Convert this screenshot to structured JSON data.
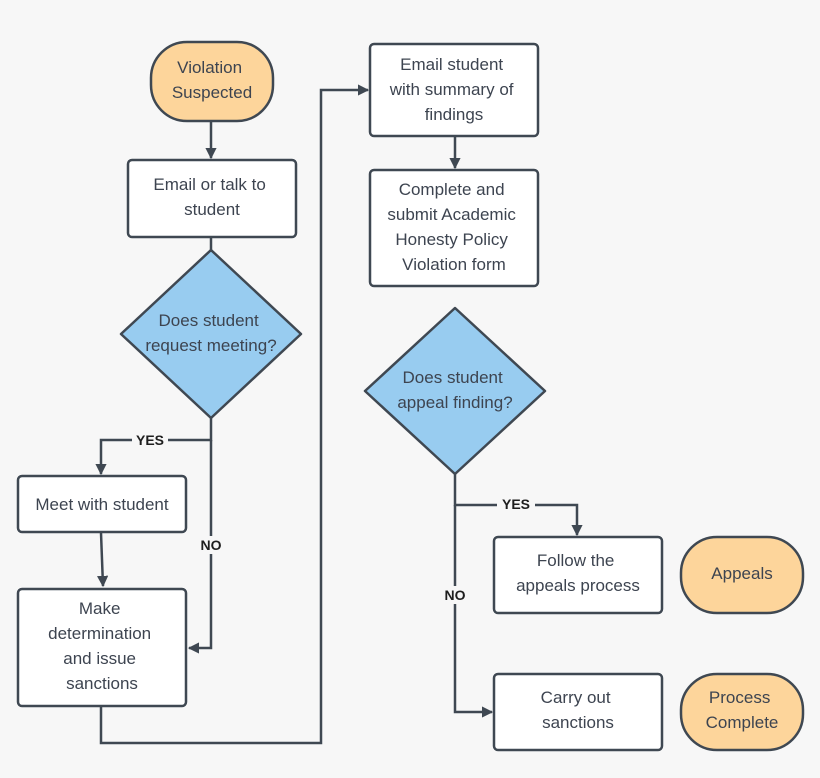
{
  "nodes": {
    "violation_suspected": {
      "lines": [
        "Violation",
        "Suspected"
      ]
    },
    "email_or_talk": {
      "lines": [
        "Email or talk to",
        "student"
      ]
    },
    "request_meeting": {
      "lines": [
        "Does student",
        "request meeting?"
      ]
    },
    "meet_with_student": {
      "lines": [
        "Meet with student"
      ]
    },
    "make_determination": {
      "lines": [
        "Make",
        "determination",
        "and issue",
        "sanctions"
      ]
    },
    "email_summary": {
      "lines": [
        "Email student",
        "with summary of",
        "findings"
      ]
    },
    "complete_form": {
      "lines": [
        "Complete and",
        "submit Academic",
        "Honesty Policy",
        "Violation form"
      ]
    },
    "appeal_finding": {
      "lines": [
        "Does student",
        "appeal finding?"
      ]
    },
    "follow_appeals": {
      "lines": [
        "Follow the",
        "appeals process"
      ]
    },
    "appeals": {
      "lines": [
        "Appeals"
      ]
    },
    "carry_out": {
      "lines": [
        "Carry out",
        "sanctions"
      ]
    },
    "process_complete": {
      "lines": [
        "Process",
        "Complete"
      ]
    }
  },
  "edge_labels": {
    "meeting_yes": "YES",
    "meeting_no": "NO",
    "appeal_yes": "YES",
    "appeal_no": "NO"
  },
  "colors": {
    "terminal_fill": "#fdd59b",
    "decision_fill": "#98ccf0",
    "process_fill": "#ffffff",
    "stroke": "#3f4852",
    "text": "#3d4450"
  }
}
